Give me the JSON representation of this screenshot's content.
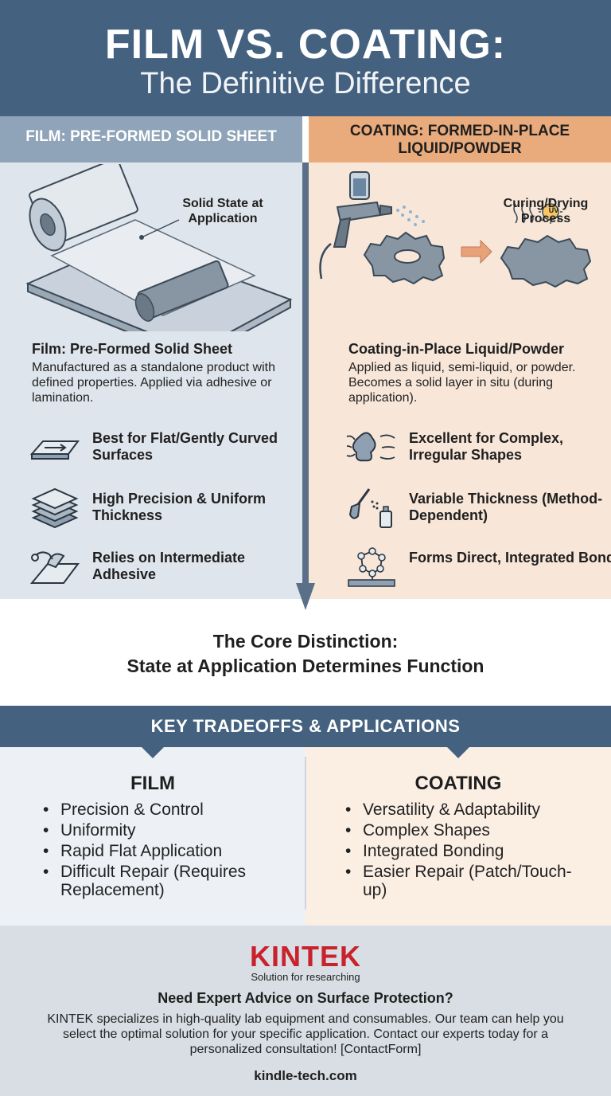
{
  "header": {
    "title": "FILM VS. COATING:",
    "subtitle": "The Definitive Difference"
  },
  "film": {
    "band_title": "FILM: PRE-FORMED SOLID SHEET",
    "illus_callout": "Solid State at Application",
    "section_title": "Film: Pre-Formed Solid Sheet",
    "description": "Manufactured as a standalone product with defined properties. Applied via adhesive or lamination.",
    "features": [
      {
        "label": "Best for Flat/Gently Curved Surfaces",
        "icon": "flat-surface-icon"
      },
      {
        "label": "High Precision & Uniform Thickness",
        "icon": "stacked-layers-icon"
      },
      {
        "label": "Relies on Intermediate Adhesive",
        "icon": "adhesive-peel-icon"
      }
    ]
  },
  "coating": {
    "band_title": "COATING: FORMED-IN-PLACE LIQUID/POWDER",
    "illus_callout": "Curing/Drying Process",
    "uv_label": "UV",
    "section_title": "Coating-in-Place Liquid/Powder",
    "description": "Applied as liquid, semi-liquid, or powder. Becomes a solid layer in situ (during application).",
    "features": [
      {
        "label": "Excellent for Complex, Irregular Shapes",
        "icon": "complex-shape-flow-icon"
      },
      {
        "label": "Variable Thickness (Method-Dependent)",
        "icon": "brush-spray-icon"
      },
      {
        "label": "Forms Direct, Integrated Bond",
        "icon": "molecular-bond-icon"
      }
    ]
  },
  "core": {
    "line1": "The Core Distinction:",
    "line2": "State at Application Determines Function"
  },
  "tradeoffs": {
    "title": "KEY TRADEOFFS & APPLICATIONS",
    "film": {
      "heading": "FILM",
      "items": [
        "Precision & Control",
        "Uniformity",
        "Rapid Flat Application",
        "Difficult Repair (Requires Replacement)"
      ]
    },
    "coating": {
      "heading": "COATING",
      "items": [
        "Versatility & Adaptability",
        "Complex Shapes",
        "Integrated Bonding",
        "Easier Repair (Patch/Touch-up)"
      ]
    }
  },
  "footer": {
    "logo_text": "KINTEK",
    "tagline": "Solution for researching",
    "cta_title": "Need Expert Advice on Surface Protection?",
    "cta_text": "KINTEK specializes in high-quality lab equipment and consumables. Our team can help you select the optimal solution for your specific application. Contact our experts today for a personalized consultation! [ContactForm]",
    "website": "kindle-tech.com"
  },
  "colors": {
    "header_bg": "#44617f",
    "film_band": "#8fa4b8",
    "film_bg": "#dfe5ec",
    "coating_band": "#eaab7c",
    "coating_bg": "#f8e7d9",
    "brand_red": "#c8232c"
  }
}
